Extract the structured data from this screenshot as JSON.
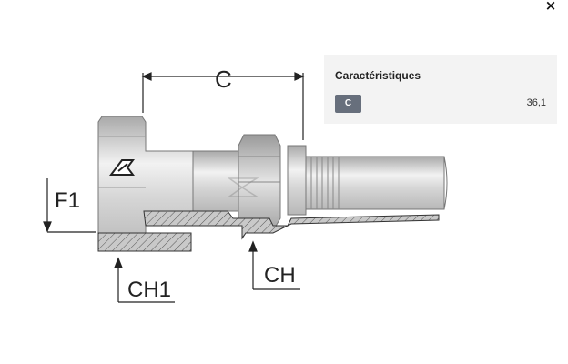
{
  "close_label": "×",
  "drawing": {
    "dimension_c": "C",
    "dimension_f1": "F1",
    "dimension_ch1": "CH1",
    "dimension_ch": "CH"
  },
  "panel": {
    "title": "Caractéristiques",
    "rows": [
      {
        "badge": "C",
        "value": "36,1"
      }
    ]
  }
}
